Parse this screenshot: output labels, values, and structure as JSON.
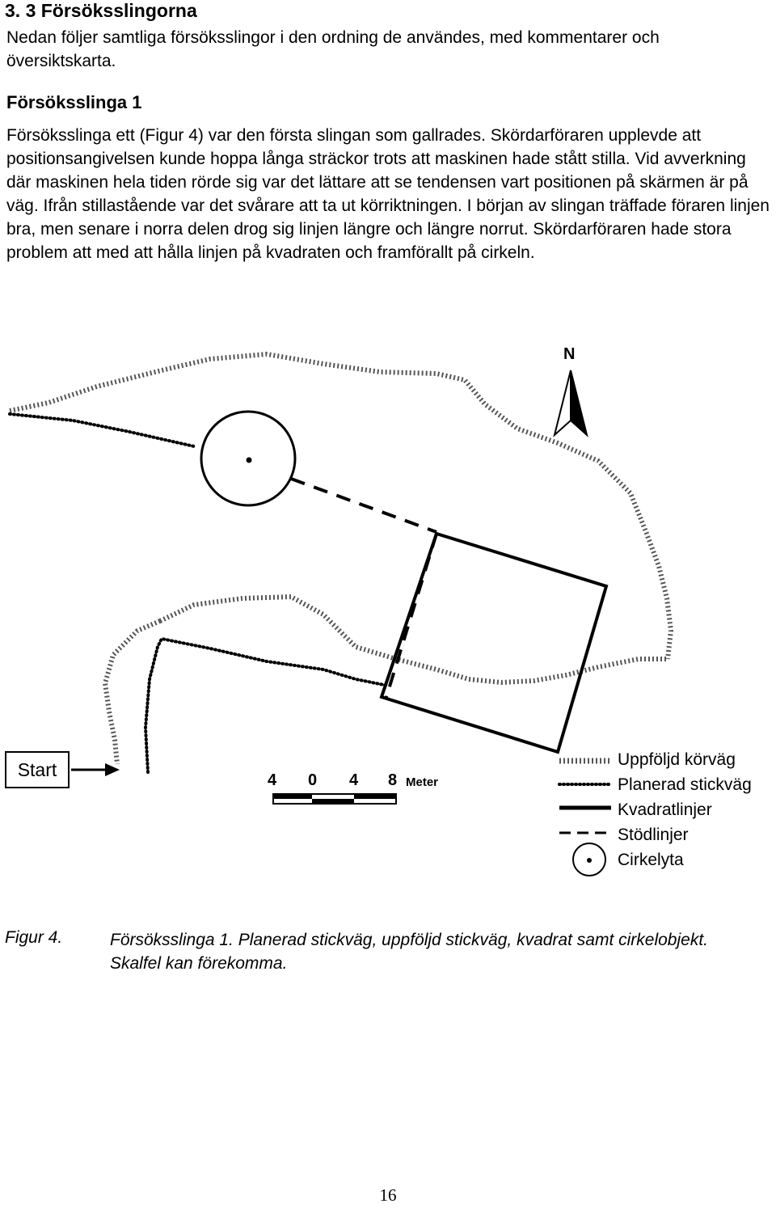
{
  "section": {
    "heading": "3. 3 Försöksslingorna",
    "intro": "Nedan följer samtliga försöksslingor i den ordning de användes, med kommentarer och översiktskarta."
  },
  "subsection": {
    "heading": "Försöksslinga 1",
    "body": "Försöksslinga ett (Figur 4) var den första slingan som gallrades. Skördarföraren upplevde att positionsangivelsen kunde hoppa långa sträckor trots att maskinen hade stått stilla. Vid avverkning där maskinen hela tiden rörde sig var det lättare att se tendensen vart positionen på skärmen är på väg. Ifrån stillastående var det svårare att ta ut körriktningen. I början av slingan träffade föraren linjen bra, men senare i norra delen drog sig linjen längre och längre norrut. Skördarföraren hade stora problem att med att hålla linjen på kvadraten och framförallt på cirkeln."
  },
  "map": {
    "north_label": "N",
    "start_label": "Start",
    "scale": {
      "ticks": [
        "4",
        "0",
        "4",
        "8"
      ],
      "unit": "Meter"
    },
    "legend": [
      {
        "symbol": "followed-route",
        "label": "Uppföljd körväg"
      },
      {
        "symbol": "planned-strip-road",
        "label": "Planerad stickväg"
      },
      {
        "symbol": "square-line",
        "label": "Kvadratlinjer"
      },
      {
        "symbol": "support-line",
        "label": "Stödlinjer"
      },
      {
        "symbol": "circle-area",
        "label": "Cirkelyta"
      }
    ]
  },
  "caption": {
    "label": "Figur 4.",
    "text": "Försöksslinga 1. Planerad stickväg, uppföljd stickväg, kvadrat samt cirkelobjekt. Skalfel kan förekomma."
  },
  "page_number": "16"
}
